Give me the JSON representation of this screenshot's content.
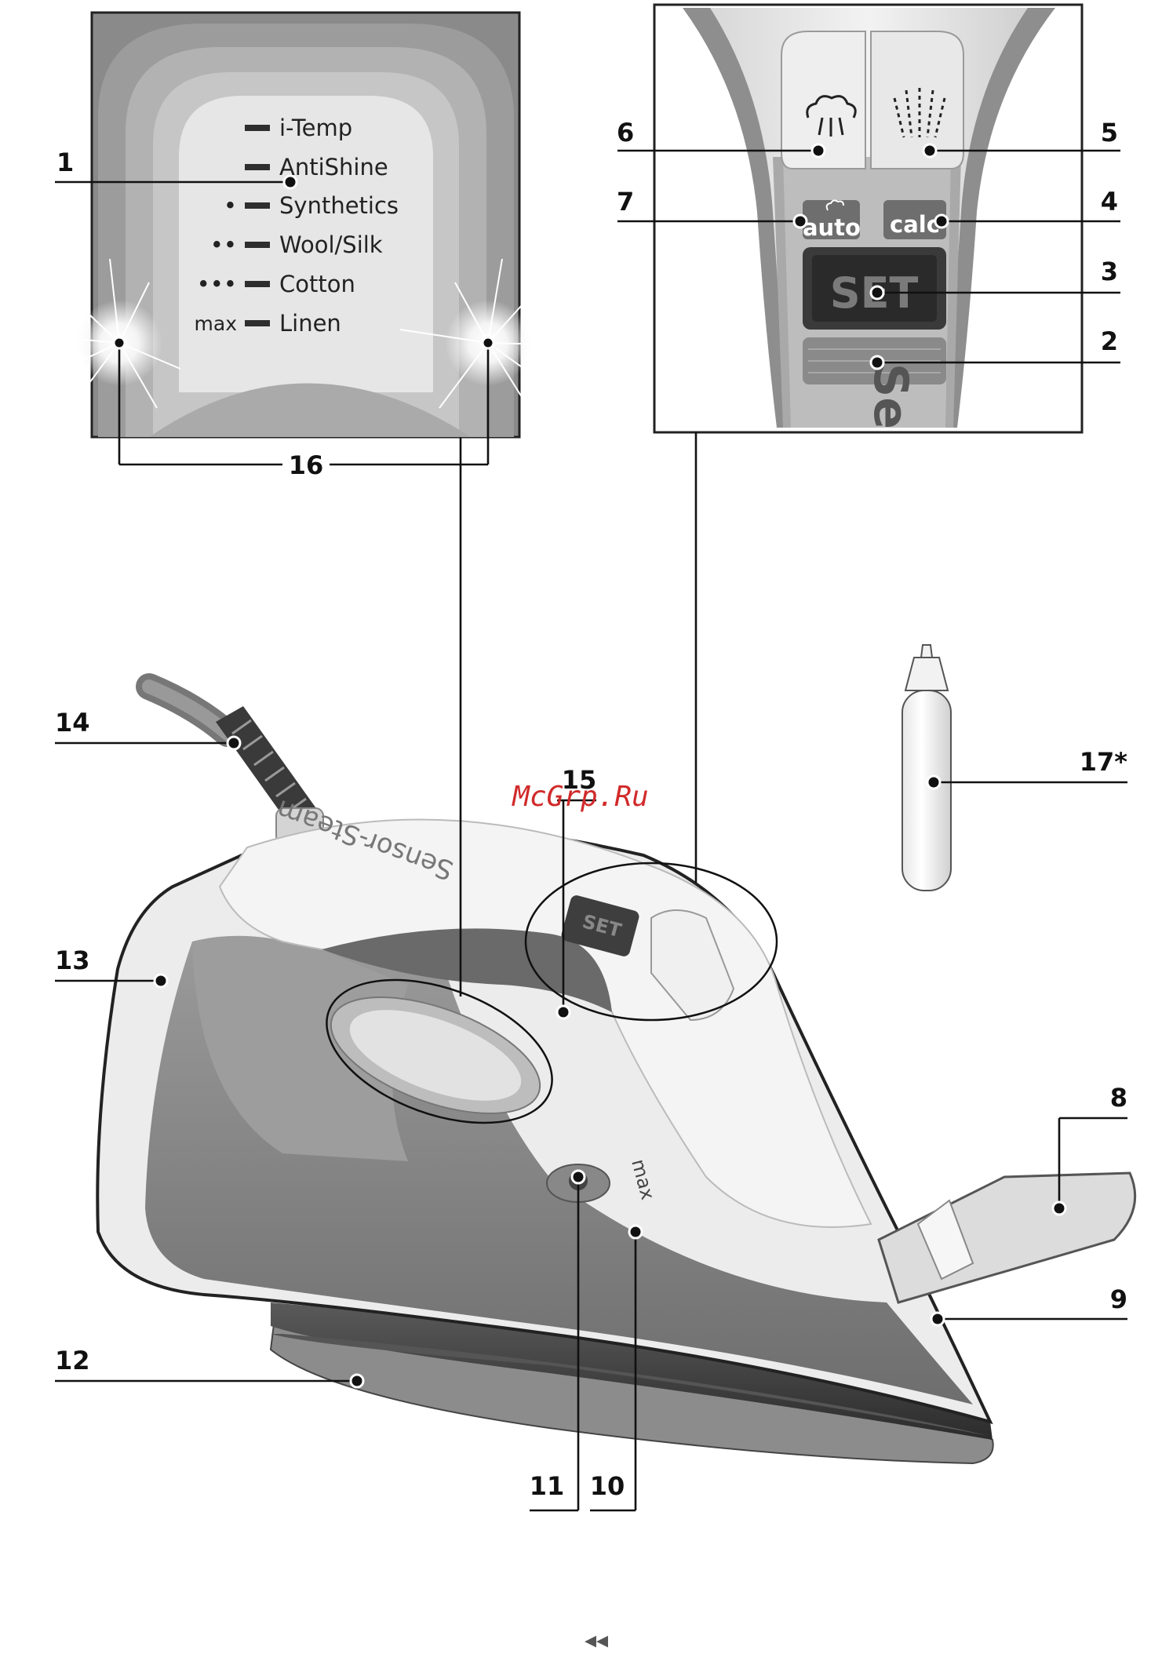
{
  "watermark": "McGrp.Ru",
  "temperature_panel": {
    "settings": [
      {
        "label": "i-Temp",
        "marker": ""
      },
      {
        "label": "AntiShine",
        "marker": ""
      },
      {
        "label": "Synthetics",
        "marker": "•"
      },
      {
        "label": "Wool/Silk",
        "marker": "••"
      },
      {
        "label": "Cotton",
        "marker": "•••"
      },
      {
        "label": "Linen",
        "marker": "max"
      }
    ]
  },
  "handle_panel": {
    "auto_label": "auto",
    "calc_label": "calc",
    "set_label": "SET",
    "brand_partial": "Se"
  },
  "iron": {
    "brand": "Sensor-Steam",
    "max_label": "max",
    "mini_set_label": "SET"
  },
  "callouts": [
    "1",
    "2",
    "3",
    "4",
    "5",
    "6",
    "7",
    "8",
    "9",
    "10",
    "11",
    "12",
    "13",
    "14",
    "15",
    "16",
    "17*"
  ],
  "footer": {
    "glyph": "◂◂"
  }
}
